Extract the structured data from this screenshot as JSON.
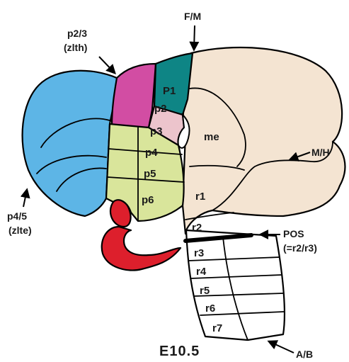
{
  "colors": {
    "zlte_region": "#5db5e6",
    "zlith_region": "#d24da3",
    "p1_region": "#0e8585",
    "p2_p3_region": "#ecc4cc",
    "p4_p6_region": "#d9e59b",
    "midbrain_hindbrain": "#f4e4d2",
    "eye_stalk": "#dd1f2c",
    "outline": "#000000"
  },
  "segments": {
    "p1": "P1",
    "p2": "p2",
    "p3": "p3",
    "p4": "p4",
    "p5": "p5",
    "p6": "p6",
    "me": "me",
    "r1": "r1",
    "r2": "r2",
    "r3": "r3",
    "r4": "r4",
    "r5": "r5",
    "r6": "r6",
    "r7": "r7"
  },
  "annotations": {
    "fm": "F/M",
    "p23_line1": "p2/3",
    "p23_line2": "(zlth)",
    "mh": "M/H",
    "p45_line1": "p4/5",
    "p45_line2": "(zlte)",
    "pos_line1": "POS",
    "pos_line2": "(=r2/r3)",
    "ab": "A/B"
  },
  "title": "E10.5"
}
